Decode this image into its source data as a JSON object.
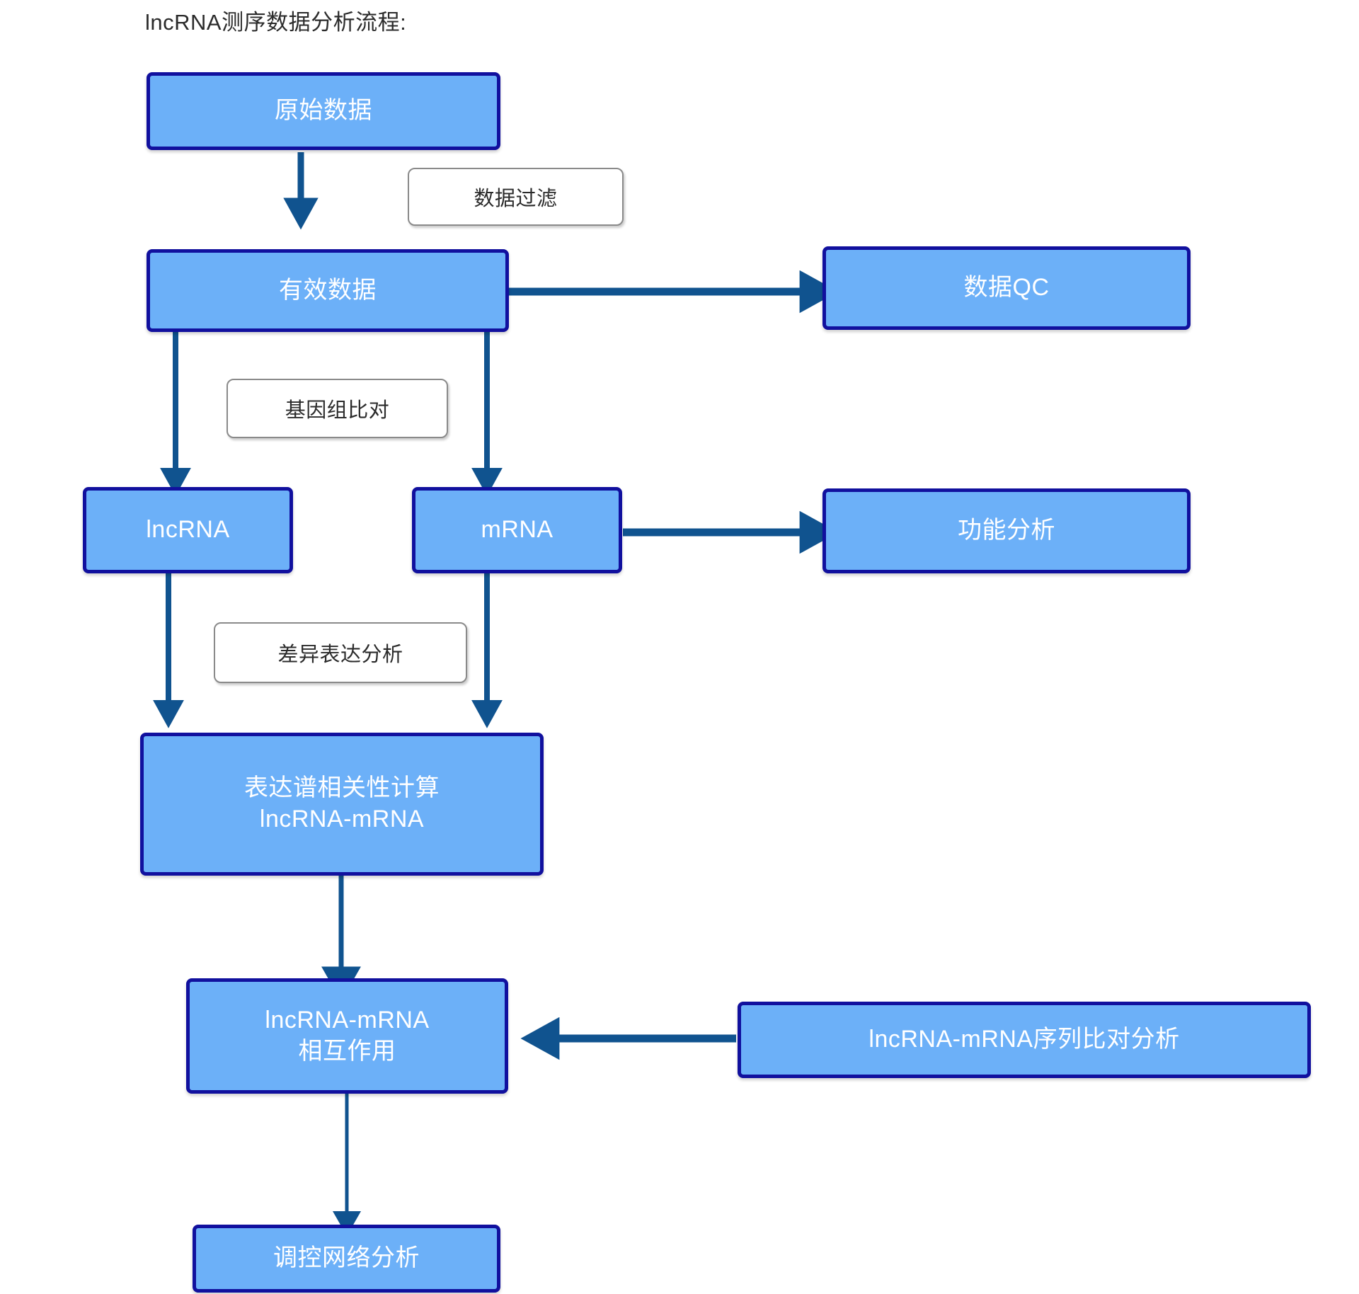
{
  "page": {
    "title": "lncRNA测序数据分析流程:",
    "background_color": "#ffffff",
    "node_fill_color": "#6CB0F8",
    "node_border_color": "#11109E",
    "node_text_color": "#ffffff",
    "arrow_color": "#10538F",
    "label_border_color": "#8a8a8a",
    "label_text_color": "#2b2b2b"
  },
  "nodes": [
    {
      "id": "raw-data",
      "label": "原始数据"
    },
    {
      "id": "valid-data",
      "label": "有效数据"
    },
    {
      "id": "data-qc",
      "label": "数据QC"
    },
    {
      "id": "lncrna",
      "label": "lncRNA"
    },
    {
      "id": "mrna",
      "label": "mRNA"
    },
    {
      "id": "function-analysis",
      "label": "功能分析"
    },
    {
      "id": "correlation",
      "label": "表达谱相关性计算\nlncRNA-mRNA"
    },
    {
      "id": "interaction",
      "label": "lncRNA-mRNA\n相互作用"
    },
    {
      "id": "sequence-align",
      "label": "lncRNA-mRNA序列比对分析"
    },
    {
      "id": "network",
      "label": "调控网络分析"
    }
  ],
  "edge_labels": [
    {
      "id": "data-filter",
      "label": "数据过滤"
    },
    {
      "id": "genome-alignment",
      "label": "基因组比对"
    },
    {
      "id": "differential-expression",
      "label": "差异表达分析"
    }
  ],
  "edges": [
    {
      "id": "raw-to-valid",
      "from": "raw-data",
      "to": "valid-data",
      "label": "数据过滤"
    },
    {
      "id": "valid-to-qc",
      "from": "valid-data",
      "to": "data-qc",
      "label": ""
    },
    {
      "id": "valid-to-lncrna",
      "from": "valid-data",
      "to": "lncrna",
      "label": "基因组比对"
    },
    {
      "id": "valid-to-mrna",
      "from": "valid-data",
      "to": "mrna",
      "label": "基因组比对"
    },
    {
      "id": "mrna-to-function",
      "from": "mrna",
      "to": "function-analysis",
      "label": ""
    },
    {
      "id": "lncrna-to-correlation",
      "from": "lncrna",
      "to": "correlation",
      "label": "差异表达分析"
    },
    {
      "id": "mrna-to-correlation",
      "from": "mrna",
      "to": "correlation",
      "label": "差异表达分析"
    },
    {
      "id": "correlation-to-interaction",
      "from": "correlation",
      "to": "interaction",
      "label": ""
    },
    {
      "id": "sequence-to-interaction",
      "from": "sequence-align",
      "to": "interaction",
      "label": ""
    },
    {
      "id": "interaction-to-network",
      "from": "interaction",
      "to": "network",
      "label": ""
    }
  ]
}
